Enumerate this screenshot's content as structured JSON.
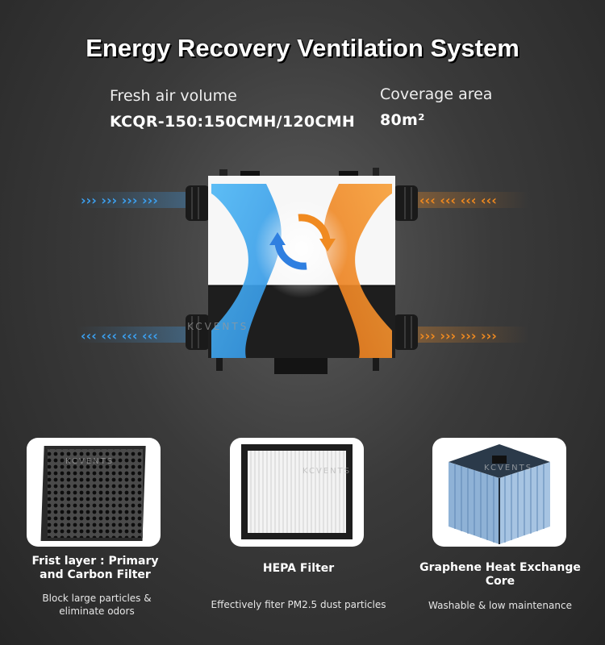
{
  "title": "Energy Recovery Ventilation System",
  "specs": {
    "air_label": "Fresh air volume",
    "air_value": "KCQR-150:150CMH/120CMH",
    "area_label": "Coverage area",
    "area_value": "80m²"
  },
  "watermark": "KCVENTS",
  "colors": {
    "cold": "#3ca0f0",
    "warm": "#f08a20",
    "background": "#333333"
  },
  "icons": [
    "cold-air-arrows-icon",
    "warm-air-arrows-icon",
    "exchange-cycle-icon"
  ],
  "filters": [
    {
      "caption": "Frist layer : Primary and Carbon Filter",
      "desc": "Block large particles & eliminate odors"
    },
    {
      "caption": "HEPA Filter",
      "desc": "Effectively fiter PM2.5 dust particles"
    },
    {
      "caption": "Graphene Heat Exchange Core",
      "desc": "Washable & low maintenance"
    }
  ]
}
